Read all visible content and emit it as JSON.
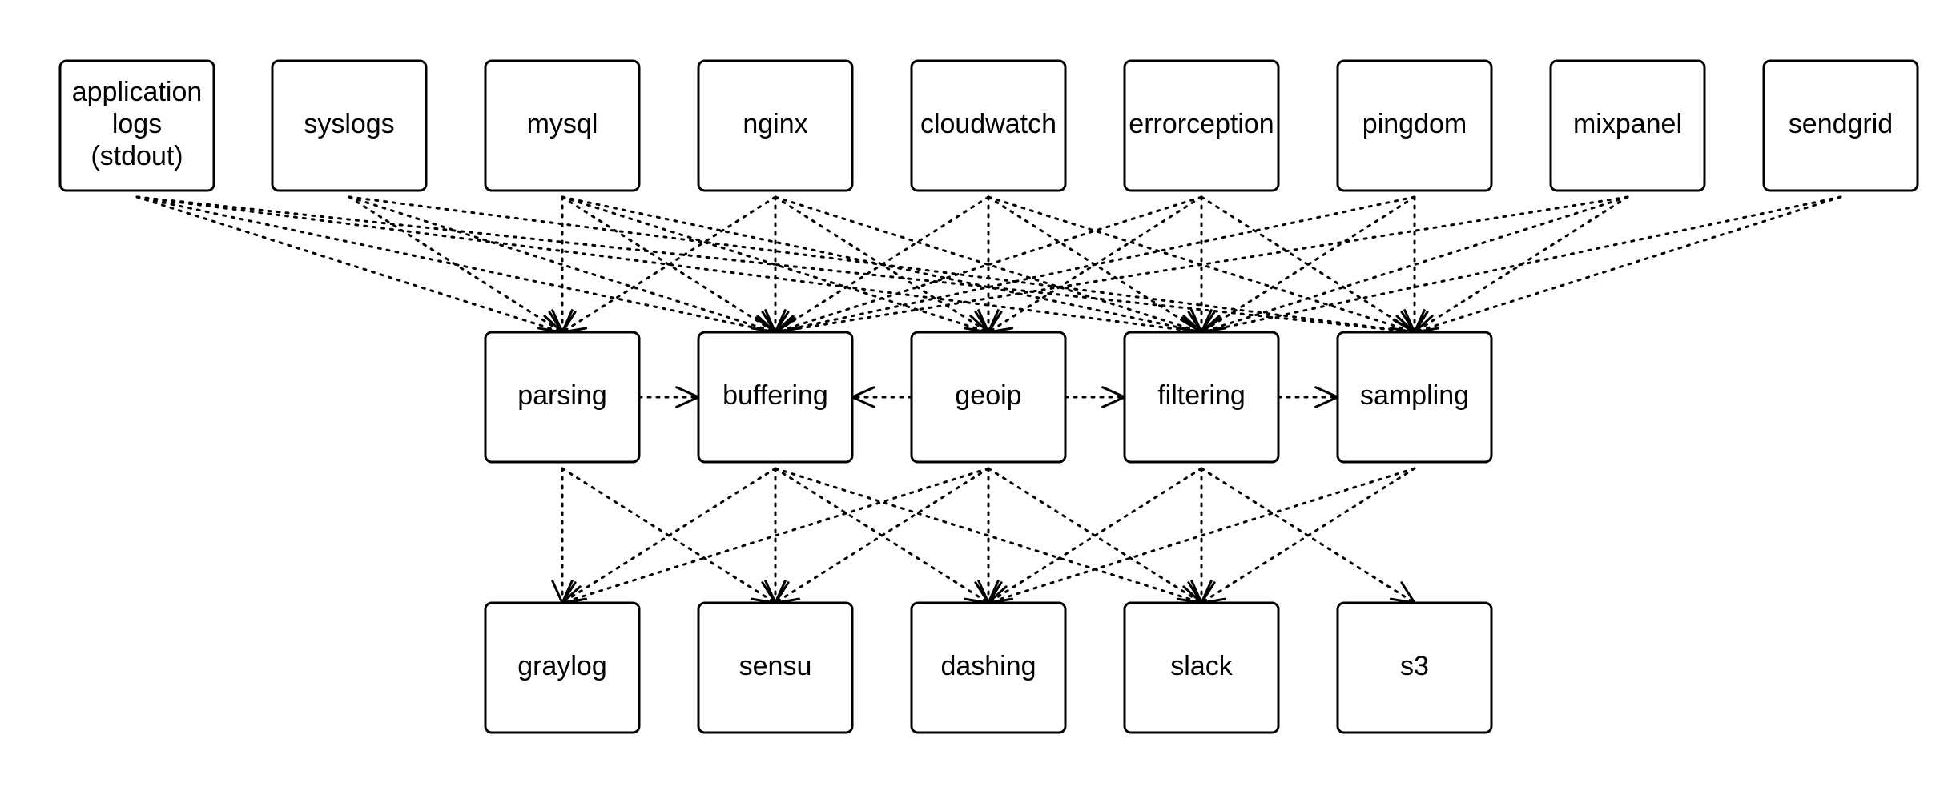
{
  "nodes": [
    {
      "id": "application-logs",
      "lines": [
        "application",
        "logs",
        "(stdout)"
      ]
    },
    {
      "id": "syslogs",
      "lines": [
        "syslogs"
      ]
    },
    {
      "id": "mysql",
      "lines": [
        "mysql"
      ]
    },
    {
      "id": "nginx",
      "lines": [
        "nginx"
      ]
    },
    {
      "id": "cloudwatch",
      "lines": [
        "cloudwatch"
      ]
    },
    {
      "id": "errorception",
      "lines": [
        "errorception"
      ]
    },
    {
      "id": "pingdom",
      "lines": [
        "pingdom"
      ]
    },
    {
      "id": "mixpanel",
      "lines": [
        "mixpanel"
      ]
    },
    {
      "id": "sendgrid",
      "lines": [
        "sendgrid"
      ]
    },
    {
      "id": "parsing",
      "lines": [
        "parsing"
      ]
    },
    {
      "id": "buffering",
      "lines": [
        "buffering"
      ]
    },
    {
      "id": "geoip",
      "lines": [
        "geoip"
      ]
    },
    {
      "id": "filtering",
      "lines": [
        "filtering"
      ]
    },
    {
      "id": "sampling",
      "lines": [
        "sampling"
      ]
    },
    {
      "id": "graylog",
      "lines": [
        "graylog"
      ]
    },
    {
      "id": "sensu",
      "lines": [
        "sensu"
      ]
    },
    {
      "id": "dashing",
      "lines": [
        "dashing"
      ]
    },
    {
      "id": "slack",
      "lines": [
        "slack"
      ]
    },
    {
      "id": "s3",
      "lines": [
        "s3"
      ]
    }
  ],
  "edges": [
    [
      "application-logs",
      "parsing"
    ],
    [
      "application-logs",
      "buffering"
    ],
    [
      "application-logs",
      "filtering"
    ],
    [
      "application-logs",
      "sampling"
    ],
    [
      "syslogs",
      "parsing"
    ],
    [
      "syslogs",
      "buffering"
    ],
    [
      "syslogs",
      "sampling"
    ],
    [
      "mysql",
      "parsing"
    ],
    [
      "mysql",
      "buffering"
    ],
    [
      "mysql",
      "geoip"
    ],
    [
      "mysql",
      "filtering"
    ],
    [
      "nginx",
      "parsing"
    ],
    [
      "nginx",
      "buffering"
    ],
    [
      "nginx",
      "geoip"
    ],
    [
      "nginx",
      "filtering"
    ],
    [
      "cloudwatch",
      "buffering"
    ],
    [
      "cloudwatch",
      "geoip"
    ],
    [
      "cloudwatch",
      "filtering"
    ],
    [
      "cloudwatch",
      "sampling"
    ],
    [
      "errorception",
      "buffering"
    ],
    [
      "errorception",
      "geoip"
    ],
    [
      "errorception",
      "filtering"
    ],
    [
      "errorception",
      "sampling"
    ],
    [
      "pingdom",
      "buffering"
    ],
    [
      "pingdom",
      "filtering"
    ],
    [
      "pingdom",
      "sampling"
    ],
    [
      "mixpanel",
      "buffering"
    ],
    [
      "mixpanel",
      "filtering"
    ],
    [
      "mixpanel",
      "sampling"
    ],
    [
      "sendgrid",
      "filtering"
    ],
    [
      "sendgrid",
      "sampling"
    ],
    [
      "parsing",
      "buffering"
    ],
    [
      "geoip",
      "buffering"
    ],
    [
      "geoip",
      "filtering"
    ],
    [
      "filtering",
      "sampling"
    ],
    [
      "parsing",
      "graylog"
    ],
    [
      "parsing",
      "sensu"
    ],
    [
      "buffering",
      "sensu"
    ],
    [
      "buffering",
      "graylog"
    ],
    [
      "buffering",
      "dashing"
    ],
    [
      "buffering",
      "slack"
    ],
    [
      "geoip",
      "graylog"
    ],
    [
      "geoip",
      "sensu"
    ],
    [
      "geoip",
      "dashing"
    ],
    [
      "geoip",
      "slack"
    ],
    [
      "filtering",
      "dashing"
    ],
    [
      "filtering",
      "slack"
    ],
    [
      "filtering",
      "s3"
    ],
    [
      "sampling",
      "dashing"
    ],
    [
      "sampling",
      "slack"
    ]
  ]
}
